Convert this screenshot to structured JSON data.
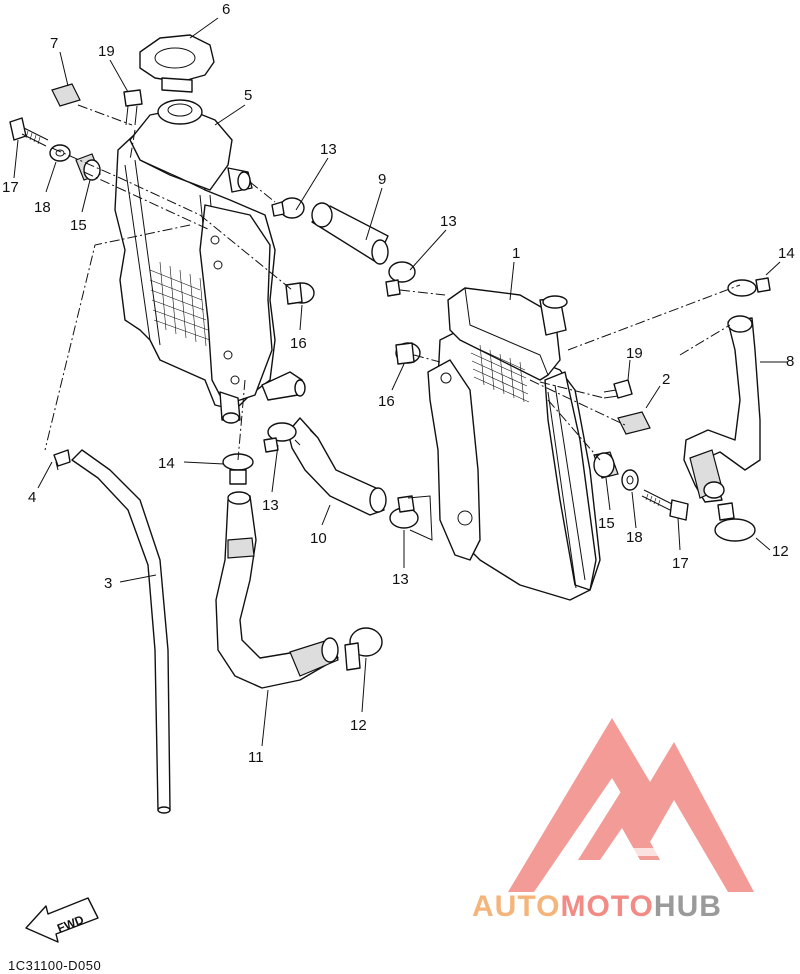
{
  "diagram_code": "1C31100-D050",
  "fwd_label": "FWD",
  "brand": {
    "word1": "AUTO",
    "word2": "MOTO",
    "word3": "HUB",
    "colors": {
      "auto": "#f5b57a",
      "moto": "#f28a86",
      "hub": "#9a9a9a",
      "logo": "#f28a86"
    }
  },
  "callouts": {
    "c6": "6",
    "c7": "7",
    "c19a": "19",
    "c5": "5",
    "c17a": "17",
    "c18a": "18",
    "c15a": "15",
    "c13a": "13",
    "c9": "9",
    "c13b": "13",
    "c1": "1",
    "c14a": "14",
    "c8": "8",
    "c16a": "16",
    "c16b": "16",
    "c19b": "19",
    "c2": "2",
    "c14b": "14",
    "c4": "4",
    "c13c": "13",
    "c10": "10",
    "c15b": "15",
    "c18b": "18",
    "c17b": "17",
    "c12a": "12",
    "c13d": "13",
    "c3": "3",
    "c12b": "12",
    "c11": "11"
  }
}
